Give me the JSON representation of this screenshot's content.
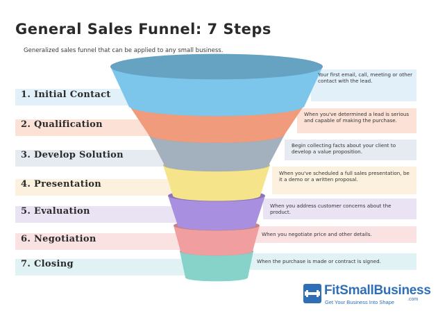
{
  "title": "General Sales Funnel: 7 Steps",
  "subtitle": "Generalized sales funnel that can be applied to any small business.",
  "steps": [
    {
      "label": "1. Initial Contact",
      "description": "Your first email, call, meeting or other contact with the lead.",
      "color": "#7cc6ec",
      "band_color": "#e2f0f9"
    },
    {
      "label": "2. Qualification",
      "description": "When you've determined a lead is serious and capable of making the purchase.",
      "color": "#f19b7d",
      "band_color": "#fbe1d6"
    },
    {
      "label": "3. Develop Solution",
      "description": "Begin collecting facts about your client to develop a value proposition.",
      "color": "#a3b0bd",
      "band_color": "#e6ebf2"
    },
    {
      "label": "4. Presentation",
      "description": "When you've scheduled a full sales presentation, be it a demo or a written proposal.",
      "color": "#f6e48b",
      "band_color": "#fbf1de"
    },
    {
      "label": "5. Evaluation",
      "description": "When you address customer concerns about the product.",
      "color": "#a98fe0",
      "band_color": "#e9e3f4"
    },
    {
      "label": "6. Negotiation",
      "description": "When you negotiate price and other details.",
      "color": "#f19ea1",
      "band_color": "#fae2e2"
    },
    {
      "label": "7. Closing",
      "description": "When the purchase is made or contract is signed.",
      "color": "#87d3c9",
      "band_color": "#e1f2f4"
    }
  ],
  "logo": {
    "name": "FitSmallBusiness",
    "suffix": ".com",
    "tagline": "Get Your Business Into Shape",
    "color": "#2f6fb6"
  }
}
